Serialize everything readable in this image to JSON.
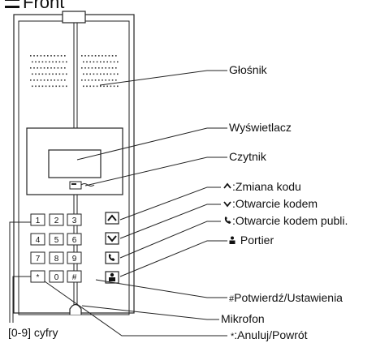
{
  "header": {
    "title": "Front"
  },
  "keypad": {
    "keys": [
      "1",
      "2",
      "3",
      "4",
      "5",
      "6",
      "7",
      "8",
      "9",
      "*",
      "0",
      "#"
    ]
  },
  "labels": {
    "speaker": "Głośnik",
    "display": "Wyświetlacz",
    "reader": "Czytnik",
    "change_code": ":Zmiana kodu",
    "open_code": ":Otwarcie kodem",
    "open_public": ":Otwarcie kodem publi.",
    "porter": "Portier",
    "confirm": "Potwierdź/Ustawienia",
    "confirm_symbol": "#",
    "microphone": "Mikrofon",
    "cancel": ":Anuluj/Powrót",
    "cancel_symbol": "*",
    "digits": "[0-9] cyfry"
  },
  "icons": {
    "change_code": "caret-up-icon",
    "open_code": "caret-down-icon",
    "open_public": "phone-icon",
    "porter": "person-icon"
  }
}
